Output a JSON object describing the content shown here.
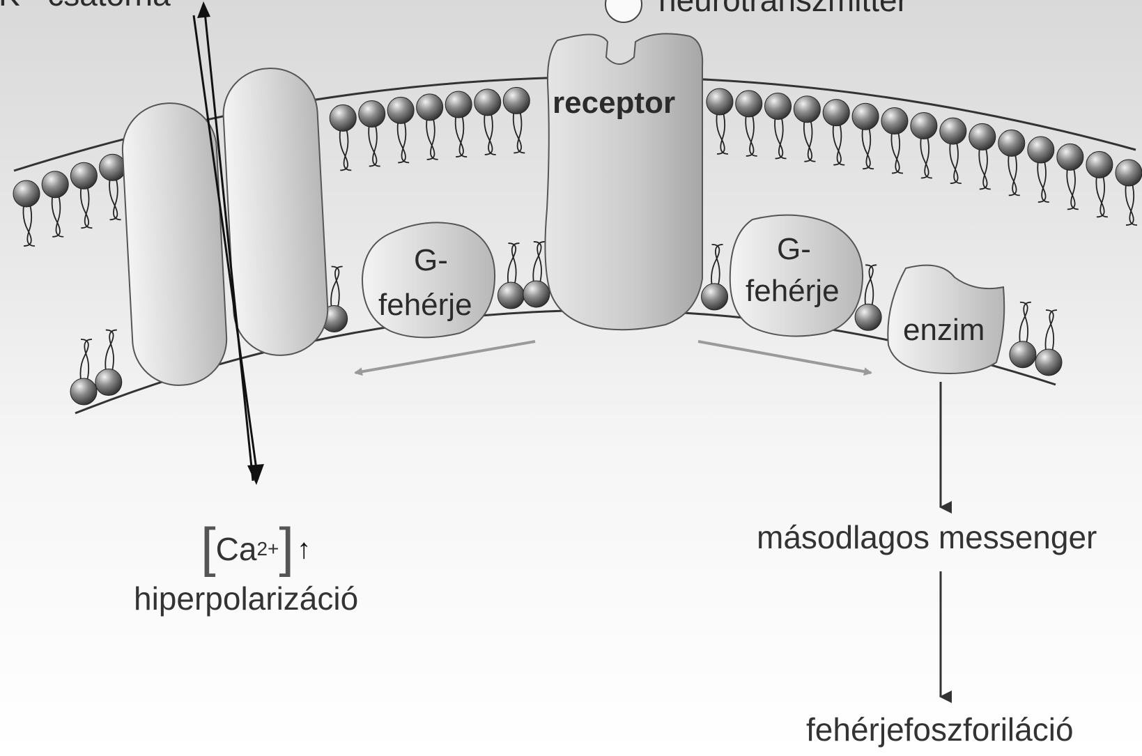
{
  "labels": {
    "top_left_channel": "K⁺-csatorna",
    "neurotransmitter": "neurotranszmitter",
    "receptor": "receptor",
    "g_protein_left": [
      "G-",
      "fehérje"
    ],
    "g_protein_right": [
      "G-",
      "fehérje"
    ],
    "enzyme": "enzim",
    "calcium_base": "Ca",
    "calcium_charge": "2+",
    "hyperpolarization": "hiperpolarizáció",
    "second_messenger": "másodlagos messenger",
    "protein_phosphorylation": "fehérjefoszforiláció"
  },
  "colors": {
    "protein_fill": "#d4d4d4",
    "lipid_head": "#555555",
    "arrow_gray": "#9a9a9a",
    "arrow_dark": "#333333"
  }
}
